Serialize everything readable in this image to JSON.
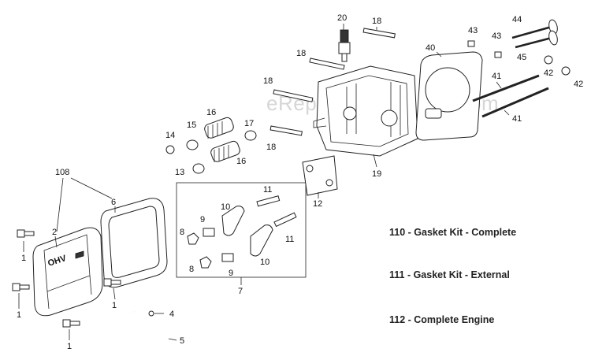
{
  "watermark": "eReplacementParts.com",
  "callouts": {
    "c108": "108",
    "c6": "6",
    "c2": "2",
    "c1a": "1",
    "c1b": "1",
    "c1c": "1",
    "c1d": "1",
    "c4": "4",
    "c5": "5",
    "c7": "7",
    "c8a": "8",
    "c8b": "8",
    "c9a": "9",
    "c9b": "9",
    "c10a": "10",
    "c10b": "10",
    "c11a": "11",
    "c11b": "11",
    "c12": "12",
    "c13": "13",
    "c14": "14",
    "c15": "15",
    "c16a": "16",
    "c16b": "16",
    "c17": "17",
    "c18a": "18",
    "c18b": "18",
    "c18c": "18",
    "c18d": "18",
    "c19": "19",
    "c20": "20",
    "c40": "40",
    "c41a": "41",
    "c41b": "41",
    "c42a": "42",
    "c42b": "42",
    "c43a": "43",
    "c43b": "43",
    "c44": "44",
    "c45": "45"
  },
  "notes": [
    "110 - Gasket Kit - Complete",
    "111 - Gasket Kit - External",
    "112 - Complete Engine"
  ],
  "cover_text": "OHV"
}
